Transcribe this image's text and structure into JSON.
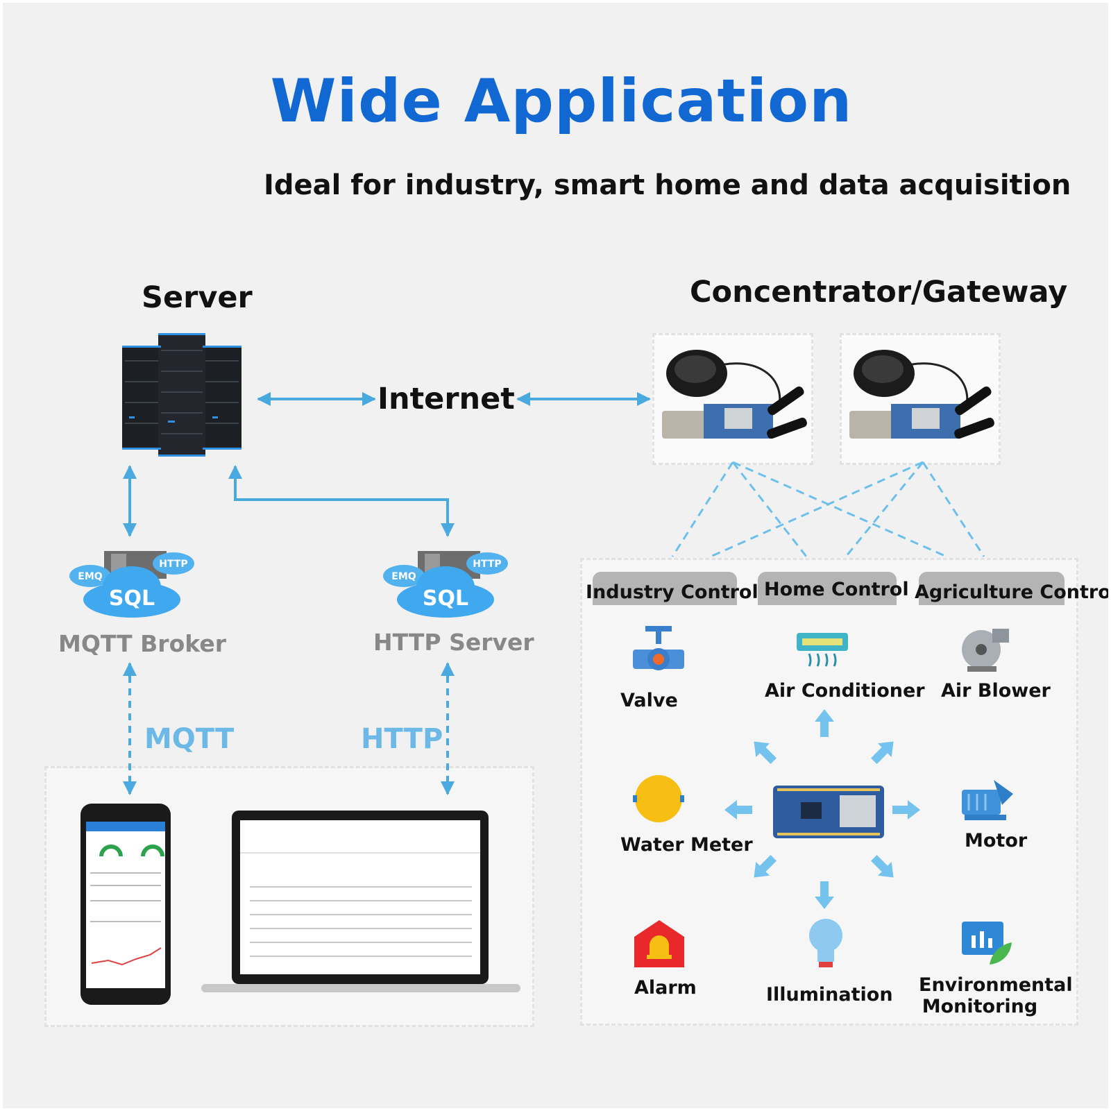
{
  "title": "Wide Application",
  "subtitle": "Ideal for industry, smart home and data acquisition",
  "server": {
    "title": "Server"
  },
  "internet_label": "Internet",
  "gateway": {
    "title": "Concentrator/Gateway"
  },
  "brokers": [
    {
      "caption": "MQTT Broker",
      "cloud_text": "SQL",
      "tag_left": "EMQ",
      "tag_right": "HTTP"
    },
    {
      "caption": "HTTP Server",
      "cloud_text": "SQL",
      "tag_left": "EMQ",
      "tag_right": "HTTP"
    }
  ],
  "protocols": {
    "mqtt": "MQTT",
    "http": "HTTP"
  },
  "categories": [
    "Industry Control",
    "Home Control",
    "Agriculture Control"
  ],
  "devices": {
    "valve": "Valve",
    "air_conditioner": "Air Conditioner",
    "air_blower": "Air Blower",
    "water_meter": "Water Meter",
    "motor": "Motor",
    "alarm": "Alarm",
    "illumination": "Illumination",
    "env_line1": "Environmental",
    "env_line2": "Monitoring"
  },
  "colors": {
    "title_blue": "#1268d3",
    "arrow_blue": "#4aa9df",
    "protocol_blue": "#6cb8e6",
    "tab_gray": "#b4b4b4"
  }
}
